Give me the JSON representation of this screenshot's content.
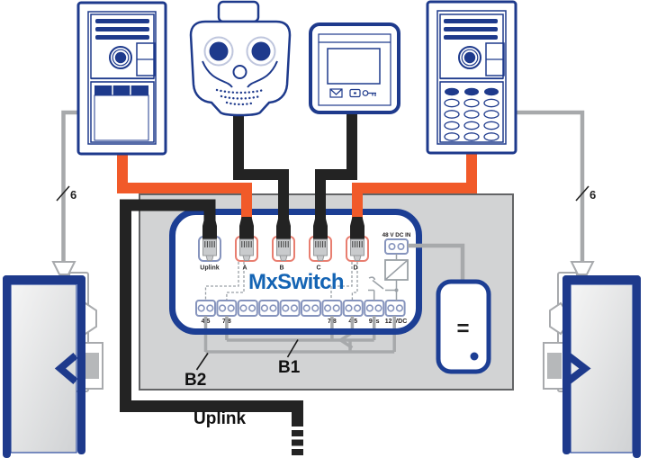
{
  "labels": {
    "logo": "MxSwitch",
    "power_in": "48 V DC IN",
    "b1": "B1",
    "b2": "B2",
    "uplink_cable": "Uplink",
    "wire_count_left": "6",
    "wire_count_right": "6",
    "dc_symbol": "="
  },
  "ports": [
    {
      "label": "Uplink"
    },
    {
      "label": "A"
    },
    {
      "label": "B"
    },
    {
      "label": "C"
    },
    {
      "label": "D"
    }
  ],
  "terminals": [
    "4 5",
    "7 8",
    "",
    "",
    "",
    "",
    "7 8",
    "4 5",
    "90s",
    "12 VDC"
  ],
  "colors": {
    "navy": "#1e3a8c",
    "switch_border": "#1c3e94",
    "logo_blue": "#1464b4",
    "orange_cable": "#f15a29",
    "black_cable": "#232323",
    "wire_gray": "#a7a9ab",
    "box_fill": "#d2d3d4",
    "box_border": "#636466",
    "port_red": "#e87e70",
    "port_gray": "#8694bd"
  }
}
